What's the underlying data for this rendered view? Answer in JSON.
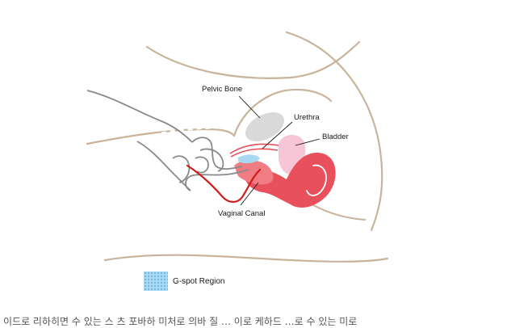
{
  "labels": {
    "pelvic_bone": "Pelvic Bone",
    "urethra": "Urethra",
    "bladder": "Bladder",
    "vaginal_canal": "Vaginal Canal"
  },
  "legend": {
    "text": "G-spot Region",
    "swatch_color": "#a9d8f2"
  },
  "caption": "이드로 리하히면 수 있는 스 츠 포바하 미처로 의바 질 … 이로 케하드 …로 수 있는 미로",
  "colors": {
    "outline": "#c8b49a",
    "hand": "#8a8a8a",
    "uterus": "#e8505b",
    "uterus_light": "#f07c84",
    "bladder": "#f6c6d6",
    "bone": "#d9d9d9",
    "path": "#d11a1a",
    "urethra": "#e8505b"
  }
}
